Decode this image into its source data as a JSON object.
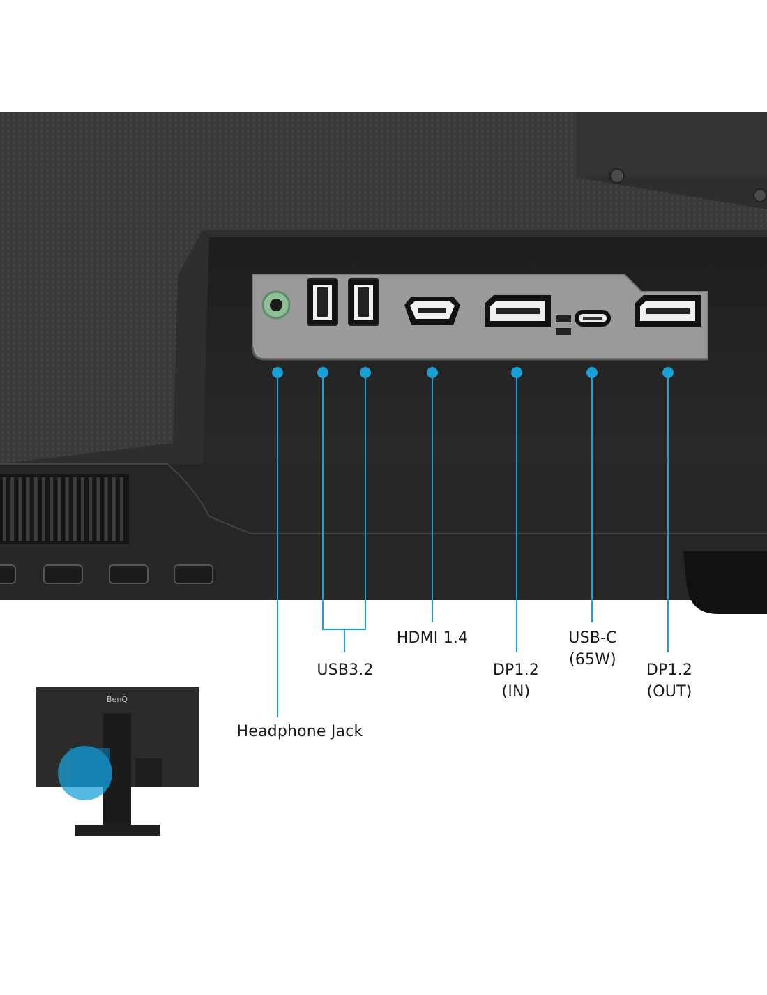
{
  "colors": {
    "accent": "#1aa0d8",
    "jack_green": "#8fbf97",
    "panel_light": "#9c9c9c",
    "housing_dark": "#2a2a2a"
  },
  "brand": "BenQ",
  "ports": [
    {
      "id": "headphone",
      "icon": "headphone-jack-icon",
      "lines": [
        "Headphone Jack"
      ]
    },
    {
      "id": "usb",
      "icon": "usb-a-icon",
      "lines": [
        "USB3.2"
      ]
    },
    {
      "id": "hdmi",
      "icon": "hdmi-icon",
      "lines": [
        "HDMI 1.4"
      ]
    },
    {
      "id": "dp-in",
      "icon": "displayport-icon",
      "lines": [
        "DP1.2",
        "(IN)"
      ]
    },
    {
      "id": "usbc",
      "icon": "usb-c-icon",
      "lines": [
        "USB-C",
        "(65W)"
      ]
    },
    {
      "id": "dp-out",
      "icon": "displayport-icon",
      "lines": [
        "DP1.2",
        "(OUT)"
      ]
    }
  ]
}
